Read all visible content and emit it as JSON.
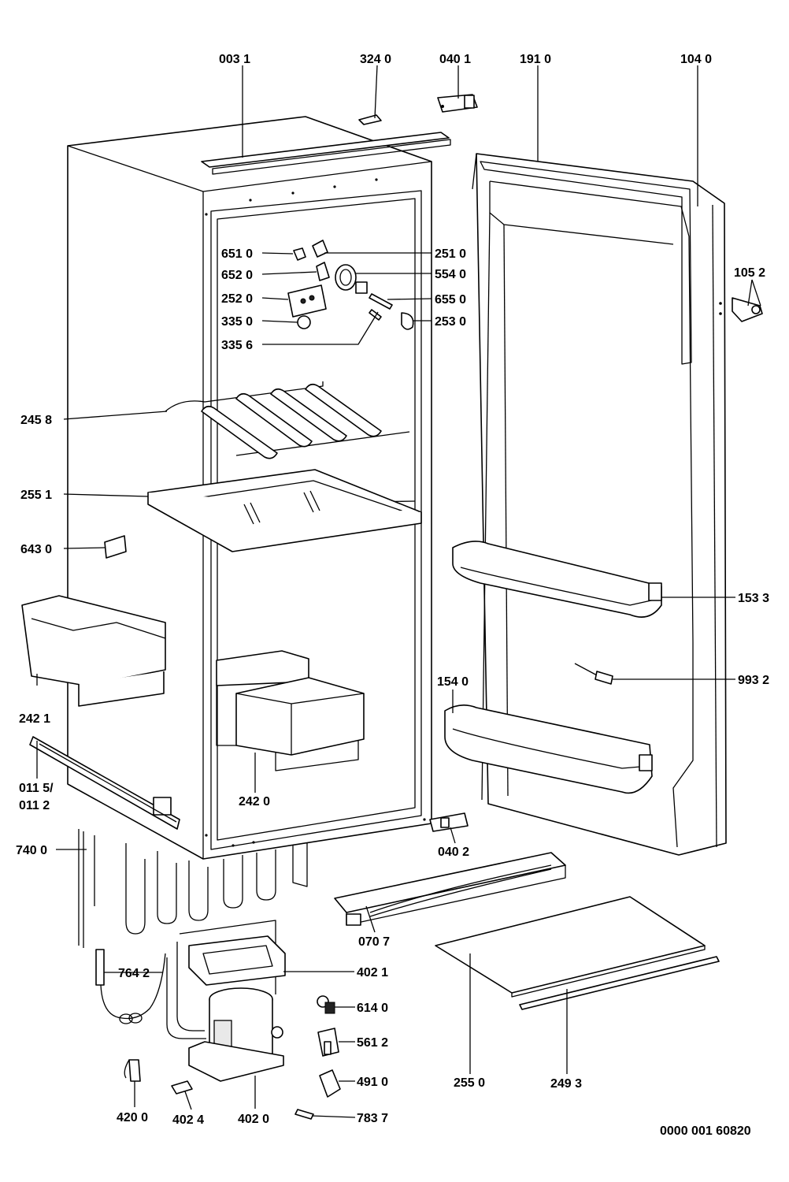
{
  "diagram": {
    "doc_number": "0000 001 60820",
    "callouts": {
      "c0031": "003 1",
      "c3240": "324 0",
      "c0401": "040 1",
      "c1910": "191 0",
      "c1040": "104 0",
      "c6510": "651 0",
      "c2510": "251 0",
      "c6520": "652 0",
      "c5540": "554 0",
      "c1052": "105 2",
      "c2520": "252 0",
      "c6550": "655 0",
      "c3350": "335 0",
      "c2530": "253 0",
      "c3356": "335 6",
      "c2458": "245 8",
      "c2551": "255 1",
      "c6430": "643 0",
      "c1533": "153 3",
      "c9932": "993 2",
      "c1540": "154 0",
      "c2421": "242 1",
      "c0115": "011 5/",
      "c0112": "011 2",
      "c2420": "242 0",
      "c7400": "740 0",
      "c0402": "040 2",
      "c0707": "070 7",
      "c7642": "764 2",
      "c4021": "402 1",
      "c6140": "614 0",
      "c5612": "561 2",
      "c4910": "491 0",
      "c2550": "255 0",
      "c2493": "249 3",
      "c4200": "420 0",
      "c4024": "402 4",
      "c4020": "402 0",
      "c7837": "783 7"
    }
  }
}
